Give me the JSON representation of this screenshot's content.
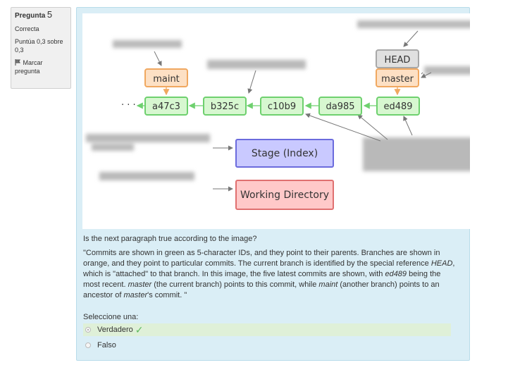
{
  "info": {
    "question_label": "Pregunta",
    "question_number": "5",
    "status": "Correcta",
    "score": "Puntúa 0,3 sobre 0,3",
    "flag_label": "Marcar pregunta"
  },
  "diagram": {
    "head_label": "HEAD",
    "branches": [
      "maint",
      "master"
    ],
    "ellipsis": "· · ·",
    "commits": [
      "a47c3",
      "b325c",
      "c10b9",
      "da985",
      "ed489"
    ],
    "stage_label": "Stage (Index)",
    "working_dir_label": "Working Directory",
    "colors": {
      "commit_fill": "#d7f7d0",
      "commit_stroke": "#6ed06e",
      "branch_fill": "#fde0c4",
      "branch_stroke": "#f0a860",
      "head_fill": "#e0e0e0",
      "head_stroke": "#a8a8a8",
      "stage_fill": "#c9c9ff",
      "stage_stroke": "#6b6bdd",
      "wd_fill": "#ffc9c9",
      "wd_stroke": "#e07070"
    }
  },
  "question": {
    "text": "Is the next paragraph true according to the image?",
    "paragraph": [
      "\"Commits are shown in green as 5-character IDs, and they point to their parents. Branches are shown in orange, and they point to particular commits. The current branch is identified by the special reference ",
      "HEAD",
      ", which is \"attached\" to that branch. In this image, the five latest commits are shown, with ",
      "ed489",
      " being the most recent. ",
      "master",
      " (the current branch) points to this commit, while ",
      "maint",
      " (another branch) points to an ancestor of ",
      "master",
      "'s commit. \""
    ],
    "prompt": "Seleccione una:",
    "options": [
      {
        "label": "Verdadero",
        "selected": true,
        "correct": true
      },
      {
        "label": "Falso",
        "selected": false
      }
    ],
    "correct_mark": "✓"
  }
}
